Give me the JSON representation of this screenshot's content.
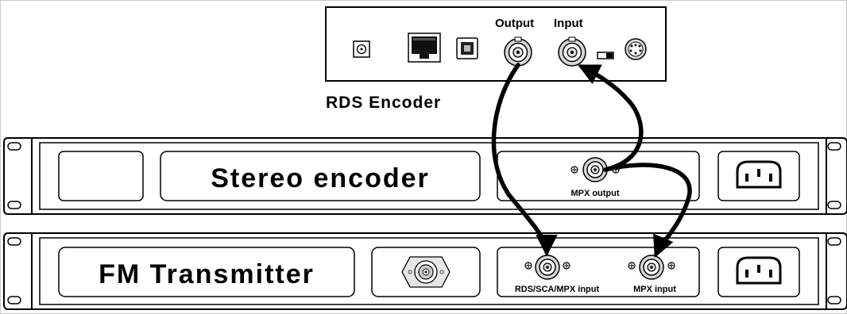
{
  "rds_encoder": {
    "label": "RDS Encoder",
    "output_label": "Output",
    "input_label": "Input",
    "connectors": [
      "dc-power-jack",
      "rj45-port",
      "usb-b-port",
      "bnc-output",
      "bnc-input",
      "slide-switch",
      "mini-din-port"
    ]
  },
  "stereo_encoder": {
    "label": "Stereo encoder",
    "mpx_output_label": "MPX output"
  },
  "fm_transmitter": {
    "label": "FM Transmitter",
    "rds_input_label": "RDS/SCA/MPX input",
    "mpx_input_label": "MPX input"
  },
  "cables": [
    {
      "from": "rds-encoder-output",
      "to": "fm-transmitter-rds-sca-mpx-input"
    },
    {
      "from": "stereo-encoder-mpx-output",
      "to": "rds-encoder-input"
    },
    {
      "from": "stereo-encoder-mpx-output",
      "to": "fm-transmitter-mpx-input"
    }
  ],
  "colors": {
    "line": "#000000",
    "background": "#ffffff",
    "frame": "#c8c8c8"
  }
}
